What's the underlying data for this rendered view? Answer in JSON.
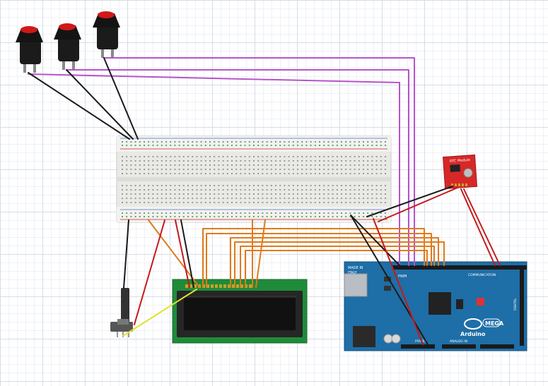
{
  "rtc_module": {
    "label": "RTC Module"
  },
  "arduino": {
    "brand": "Arduino",
    "model": "MEGA",
    "made_in": "MADE IN",
    "italy": "ITALY",
    "communication": "COMMUNICATION",
    "power": "POWER",
    "analog_in": "ANALOG IN",
    "pwm": "PWM",
    "digital": "DIGITAL"
  },
  "colors": {
    "breadboard": "#e9e9e6",
    "arduino_board": "#1e6ea7",
    "lcd_board": "#1f8b3a",
    "rtc_board": "#d62828",
    "button_cap": "#d01818",
    "wire_purple": "#b653c9",
    "wire_orange": "#e07a1a",
    "wire_red": "#c41a1a",
    "wire_black": "#1a1a1a",
    "wire_yellow": "#e3e32b"
  }
}
